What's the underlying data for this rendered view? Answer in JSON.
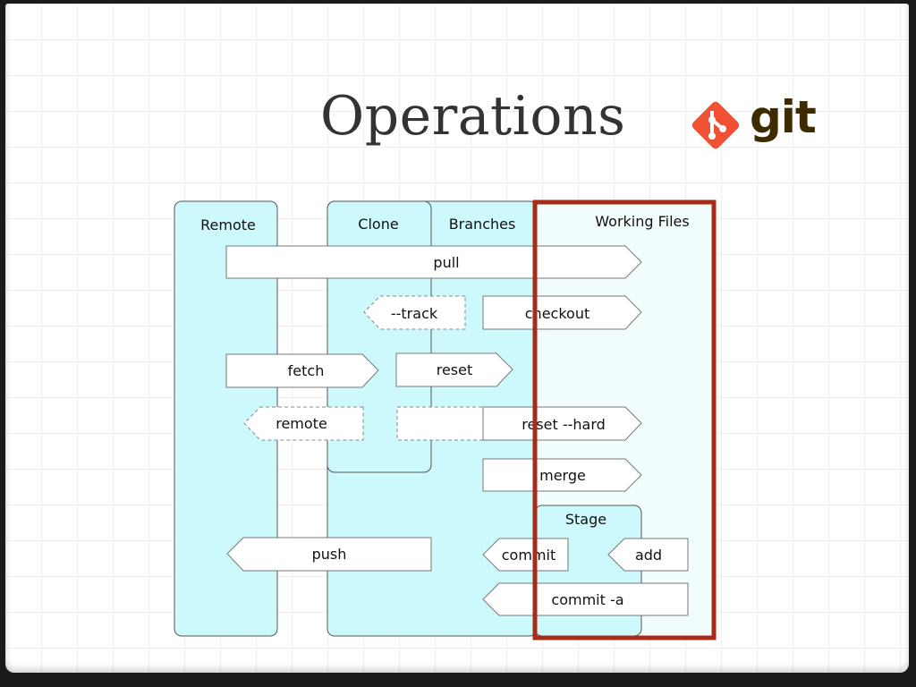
{
  "slide": {
    "title": "Operations",
    "logo": {
      "text": "git",
      "icon": "git-logo-diamond",
      "color": "#f05033"
    }
  },
  "diagram": {
    "columns": {
      "remote": "Remote",
      "clone": "Clone",
      "branches": "Branches",
      "working_files": "Working Files",
      "stage": "Stage"
    },
    "operations": {
      "pull": "pull",
      "track": "--track",
      "checkout": "checkout",
      "fetch": "fetch",
      "reset": "reset",
      "remote": "remote",
      "reset_hard": "reset --hard",
      "merge": "merge",
      "push": "push",
      "commit": "commit",
      "add": "add",
      "commit_a": "commit -a"
    },
    "colors": {
      "lane_fill": "#cdf9fc",
      "working_fill": "#f2fdfe",
      "highlight_border": "#a62b18",
      "arrow_stroke": "#777777"
    }
  }
}
